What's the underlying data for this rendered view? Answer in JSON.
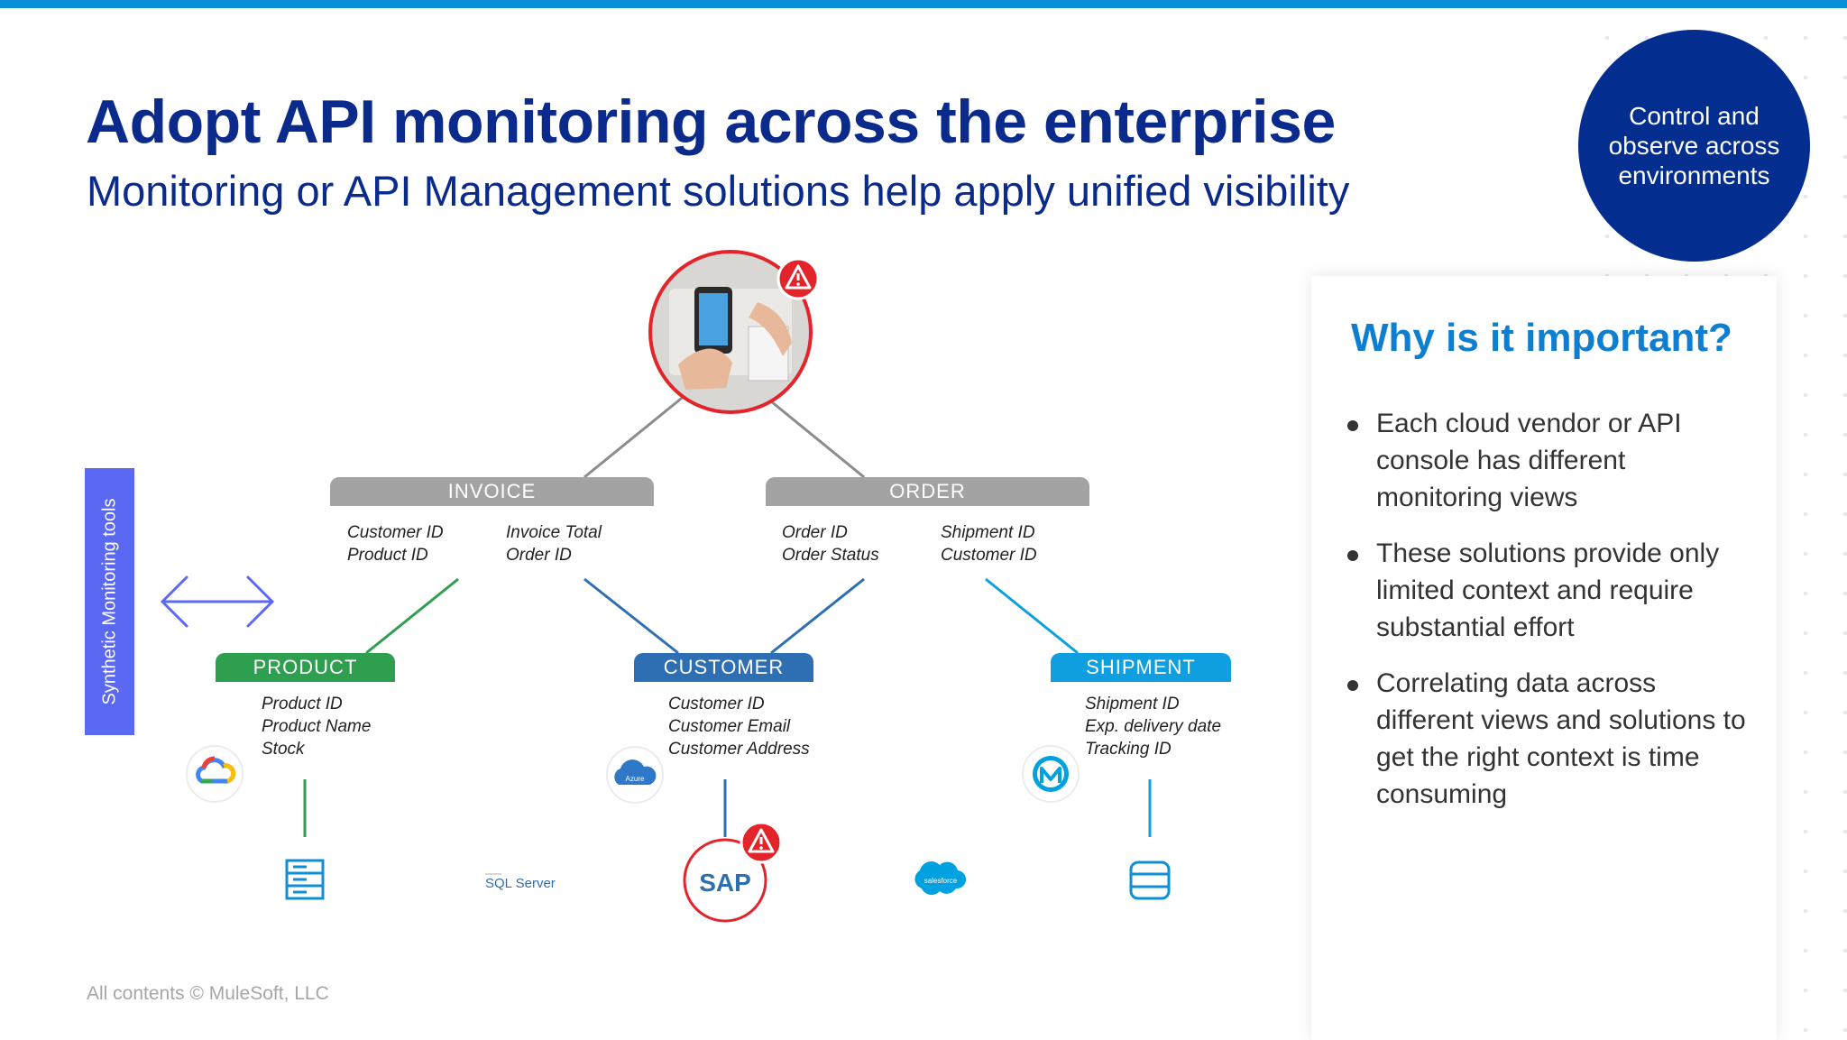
{
  "title": "Adopt API monitoring across the enterprise",
  "subtitle": "Monitoring or API Management solutions help apply unified visibility",
  "badge": "Control and observe across environments",
  "side_tab": "Synthetic Monitoring tools",
  "invoice": {
    "label": "INVOICE",
    "col1": [
      "Customer ID",
      "Product ID"
    ],
    "col2": [
      "Invoice Total",
      "Order ID"
    ]
  },
  "order": {
    "label": "ORDER",
    "col1": [
      "Order ID",
      "Order Status"
    ],
    "col2": [
      "Shipment ID",
      "Customer ID"
    ]
  },
  "product": {
    "label": "PRODUCT",
    "fields": [
      "Product ID",
      "Product Name",
      "Stock"
    ]
  },
  "customer": {
    "label": "CUSTOMER",
    "fields": [
      "Customer ID",
      "Customer Email",
      "Customer Address"
    ]
  },
  "shipment": {
    "label": "SHIPMENT",
    "fields": [
      "Shipment ID",
      "Exp. delivery date",
      "Tracking ID"
    ]
  },
  "logos": {
    "sql": "SQL Server",
    "sap": "SAP",
    "salesforce": "salesforce",
    "azure": "Azure"
  },
  "panel": {
    "heading": "Why is it important?",
    "bullets": [
      "Each cloud vendor or API console has different monitoring views",
      "These solutions provide only limited context and require substantial effort",
      "Correlating data across different views and solutions to get the right context is time consuming"
    ]
  },
  "footer": "All contents © MuleSoft, LLC",
  "colors": {
    "navy": "#032d8e",
    "title": "#0a2a8c",
    "product": "#2e9e4f",
    "customer": "#2e6fb3",
    "shipment": "#0f9ee0",
    "alert": "#e3242b",
    "side": "#5b68f2"
  }
}
